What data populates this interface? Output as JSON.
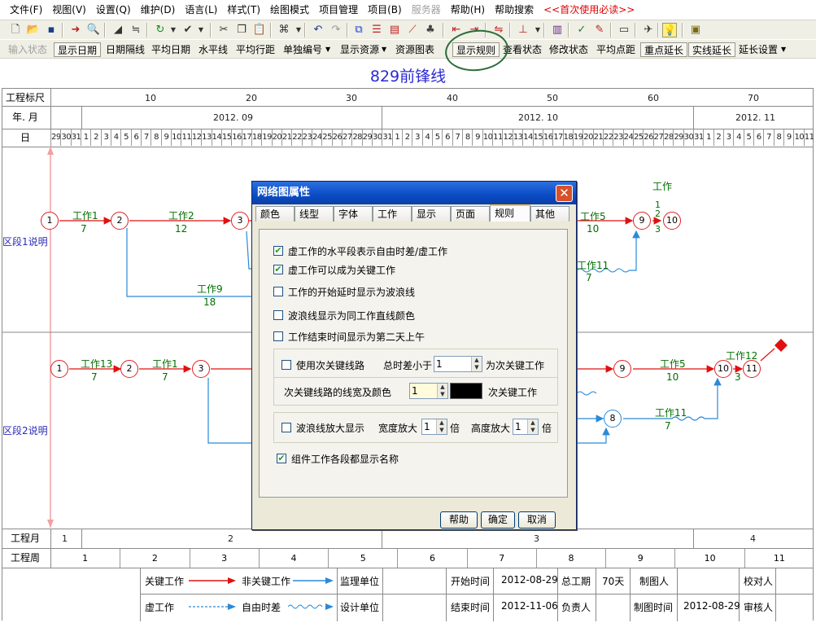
{
  "menu": [
    "文件(F)",
    "视图(V)",
    "设置(Q)",
    "维护(D)",
    "语言(L)",
    "样式(T)",
    "绘图模式",
    "项目管理",
    "项目(B)",
    "服务器",
    "帮助(H)",
    "帮助搜索"
  ],
  "menu_warn": "<<首次使用必读>>",
  "toolbar2": {
    "input_state": "输入状态",
    "show_date": "显示日期",
    "date_interval": "日期隔线",
    "avg_date": "平均日期",
    "horizontal": "水平线",
    "avg_row": "平均行距",
    "single_number": "单独编号",
    "show_resource": "显示资源",
    "resource_chart": "资源图表",
    "show_rules": "显示规则",
    "view_state": "查看状态",
    "modify_state": "修改状态",
    "avg_point": "平均点距",
    "key_extend": "重点延长",
    "solid_extend": "实线延长",
    "extend_settings": "延长设置"
  },
  "chart": {
    "title": "829前锋线",
    "row_labels": {
      "ruler": "工程标尺",
      "month": "年. 月",
      "day": "日",
      "eng_month": "工程月",
      "eng_week": "工程周"
    },
    "ruler_ticks": [
      "10",
      "20",
      "30",
      "40",
      "50",
      "60",
      "70"
    ],
    "months": [
      "2012. 09",
      "2012. 10",
      "2012. 11"
    ],
    "days": [
      "29",
      "30",
      "31",
      "1",
      "2",
      "3",
      "4",
      "5",
      "6",
      "7",
      "8",
      "9",
      "10",
      "11",
      "12",
      "13",
      "14",
      "15",
      "16",
      "17",
      "18",
      "19",
      "20",
      "21",
      "22",
      "23",
      "24",
      "25",
      "26",
      "27",
      "28",
      "29",
      "30",
      "31",
      "1",
      "2",
      "3",
      "4",
      "5",
      "6",
      "7",
      "8",
      "9",
      "10",
      "11",
      "12",
      "13",
      "14",
      "15",
      "16",
      "17",
      "18",
      "19",
      "20",
      "21",
      "22",
      "23",
      "24",
      "25",
      "26",
      "27",
      "28",
      "29",
      "30",
      "31",
      "1",
      "2",
      "3",
      "4",
      "5",
      "6",
      "7",
      "8",
      "9",
      "10",
      "11"
    ],
    "section1_label": "区段1说明",
    "section2_label": "区段2说明",
    "section1": {
      "nodes": [
        "1",
        "2",
        "3",
        "9",
        "10"
      ],
      "tasks": [
        {
          "name": "工作1",
          "dur": "7"
        },
        {
          "name": "工作2",
          "dur": "12"
        },
        {
          "name": "工作9",
          "dur": "18"
        },
        {
          "name": "工作5",
          "dur": "10"
        },
        {
          "name": "工作11",
          "dur": "7"
        }
      ],
      "vertical_task": {
        "name": "工作",
        "a": "1",
        "b": "2",
        "c": "3"
      }
    },
    "section2": {
      "nodes": [
        "1",
        "2",
        "3",
        "9",
        "10",
        "11",
        "8"
      ],
      "tasks": [
        {
          "name": "工作13",
          "dur": "7"
        },
        {
          "name": "工作1",
          "dur": "7"
        },
        {
          "name": "工作5",
          "dur": "10"
        },
        {
          "name": "工作11",
          "dur": "7"
        },
        {
          "name": "工作12",
          "dur": "3"
        }
      ]
    },
    "eng_months": [
      "1",
      "2",
      "3",
      "4"
    ],
    "eng_weeks": [
      "1",
      "2",
      "3",
      "4",
      "5",
      "6",
      "7",
      "8",
      "9",
      "10",
      "11"
    ]
  },
  "legend": {
    "critical": "关键工作",
    "noncritical": "非关键工作",
    "supervision": "监理单位",
    "dummy": "虚工作",
    "free_float": "自由时差",
    "design": "设计单位",
    "start_label": "开始时间",
    "start_value": "2012-08-29",
    "total_label": "总工期",
    "total_value": "70天",
    "drawer_label": "制图人",
    "checker_label": "校对人",
    "end_label": "结束时间",
    "end_value": "2012-11-06",
    "owner_label": "负责人",
    "draw_time_label": "制图时间",
    "draw_time_value": "2012-08-29",
    "reviewer_label": "审核人"
  },
  "dialog": {
    "title": "网络图属性",
    "tabs": [
      "颜色",
      "线型",
      "字体",
      "工作",
      "显示",
      "页面",
      "规则",
      "其他"
    ],
    "active_tab": "规则",
    "checks": [
      {
        "label": "虚工作的水平段表示自由时差/虚工作",
        "checked": true
      },
      {
        "label": "虚工作可以成为关键工作",
        "checked": true
      },
      {
        "label": "工作的开始延时显示为波浪线",
        "checked": false
      },
      {
        "label": "波浪线显示为同工作直线颜色",
        "checked": false
      },
      {
        "label": "工作结束时间显示为第二天上午",
        "checked": false
      }
    ],
    "secondary": {
      "use_label": "使用次关键线路",
      "total_float_label": "总时差小于",
      "total_float_value": "1",
      "suffix": "为次关键工作",
      "width_color_label": "次关键线路的线宽及颜色",
      "width_value": "1",
      "color": "#000000",
      "color_suffix": "次关键工作"
    },
    "wave": {
      "zoom_label": "波浪线放大显示",
      "width_label": "宽度放大",
      "width_value": "1",
      "times1": "倍",
      "height_label": "高度放大",
      "height_value": "1",
      "times2": "倍"
    },
    "component_label": "组件工作各段都显示名称",
    "component_checked": true,
    "buttons": {
      "help": "帮助",
      "ok": "确定",
      "cancel": "取消"
    }
  },
  "colors": {
    "critical": "#e01010",
    "noncritical": "#2a8ad8",
    "title": "#2a2ad6",
    "marker": "#2c6b3a"
  }
}
